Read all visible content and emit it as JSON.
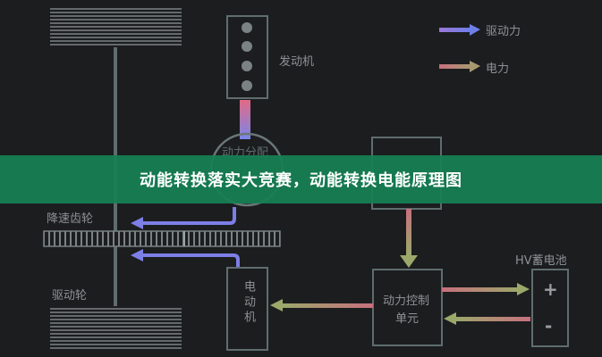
{
  "banner": {
    "title": "动能转换落实大竞赛，动能转换电能原理图"
  },
  "legend": {
    "drive_power": "驱动力",
    "electric_power": "电力"
  },
  "labels": {
    "engine": "发动机",
    "power_split": "动力分配",
    "reduction_gear": "降速齿轮",
    "drive_wheel": "驱动轮",
    "motor": "电动机",
    "controller_line1": "动力控制",
    "controller_line2": "单元",
    "battery": "HV蓄电池",
    "battery_plus": "+",
    "battery_minus": "-"
  },
  "colors": {
    "background": "#1c1d1f",
    "line": "#5f6d6e",
    "drive_arrow": "#7d7fe6",
    "electric_arrow": "#c8707e",
    "electric_arrow_tip": "#9aa86a",
    "banner": "#168054"
  }
}
